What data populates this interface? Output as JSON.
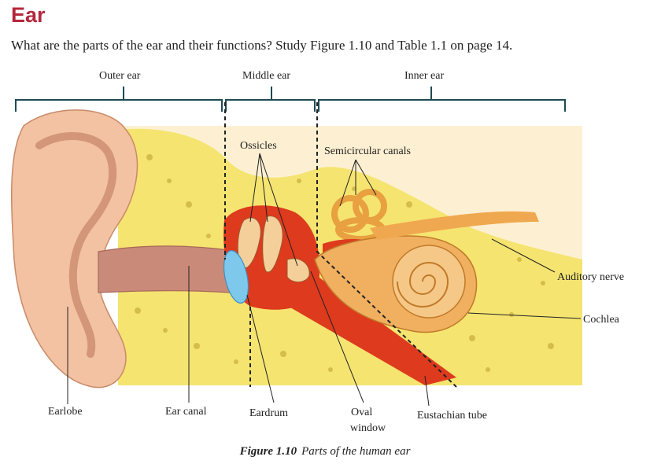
{
  "heading": "Ear",
  "question": "What are the parts of the ear and their functions? Study Figure 1.10 and Table 1.1 on page 14.",
  "regions": {
    "outer": "Outer ear",
    "middle": "Middle ear",
    "inner": "Inner ear"
  },
  "labels": {
    "ossicles": "Ossicles",
    "semicircular_canals": "Semicircular canals",
    "auditory_nerve": "Auditory nerve",
    "cochlea": "Cochlea",
    "earlobe": "Earlobe",
    "ear_canal": "Ear canal",
    "eardrum": "Eardrum",
    "oval_window_line1": "Oval",
    "oval_window_line2": "window",
    "eustachian_tube": "Eustachian tube"
  },
  "caption": {
    "number": "Figure 1.10",
    "text": "Parts of the human ear"
  },
  "colors": {
    "heading": "#b3283c",
    "bracket": "#1e4a52",
    "skin": "#f2c2a2",
    "bone": "#f5e470",
    "ossicle": "#dd3a1e",
    "cochlea": "#f0b060",
    "eardrum": "#7ec8ec"
  }
}
